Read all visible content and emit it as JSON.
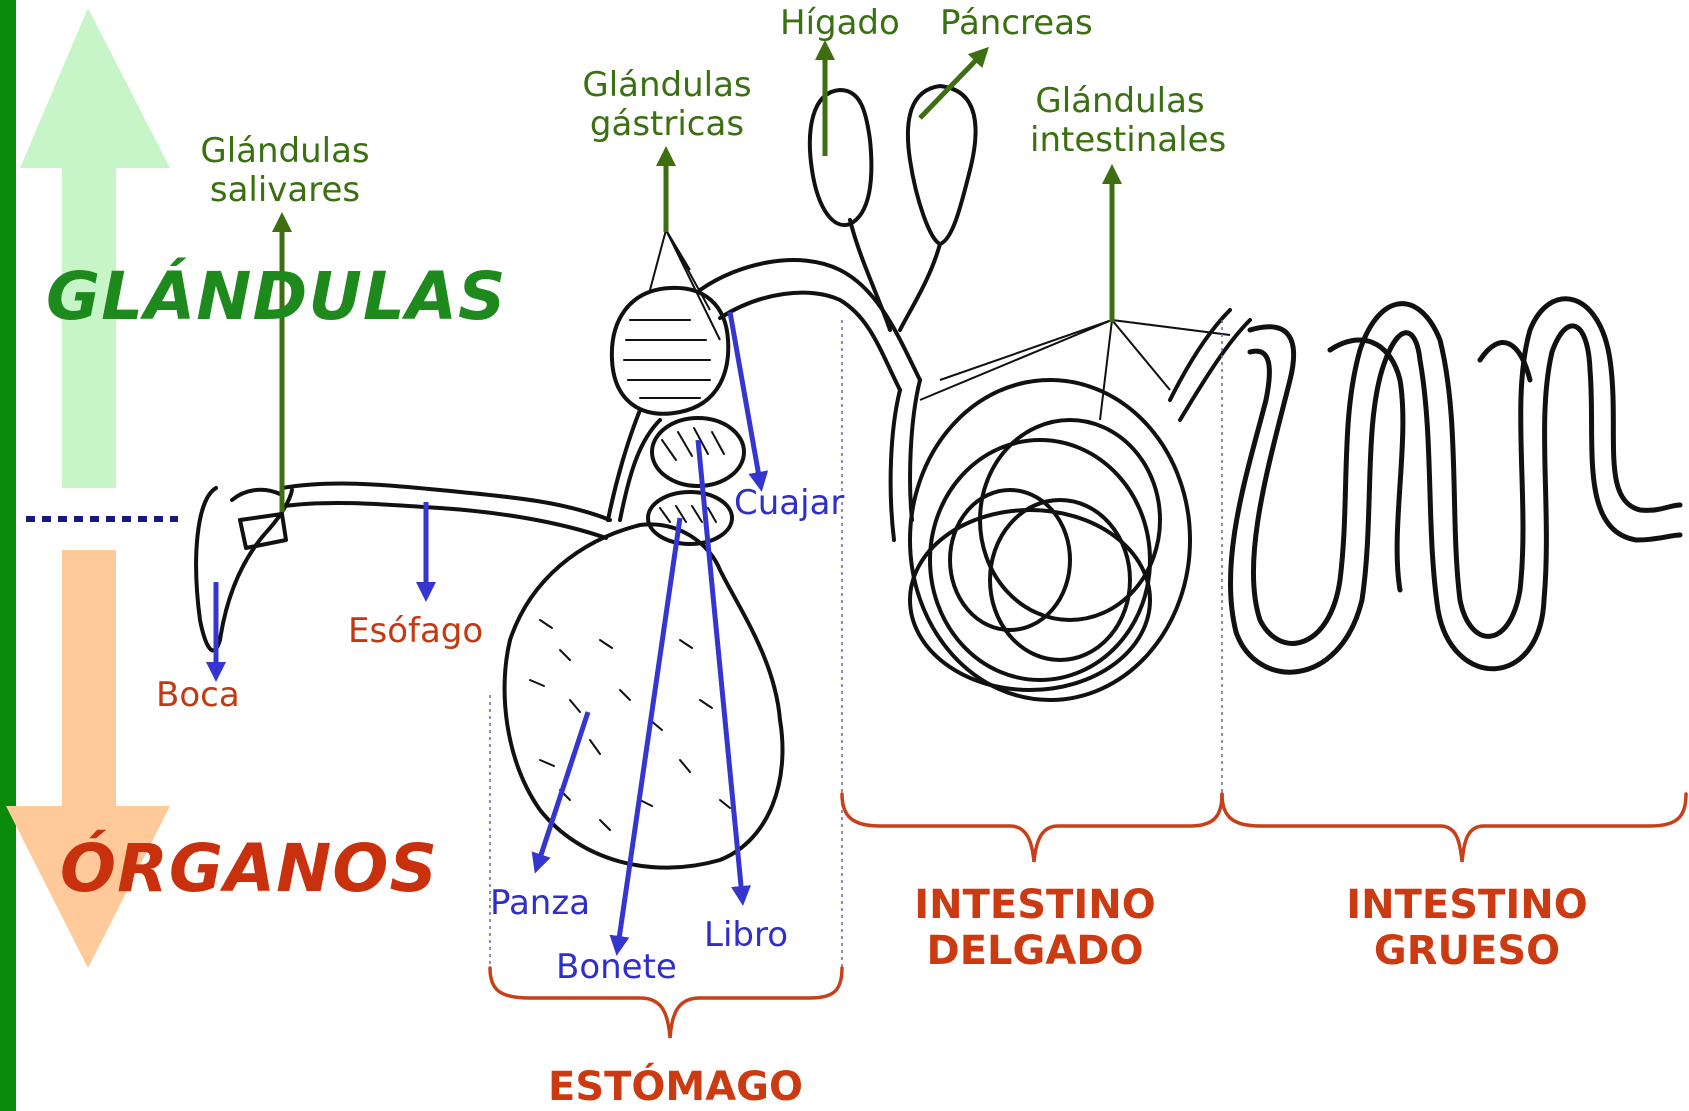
{
  "axis": {
    "top_label": "GLÁNDULAS",
    "bottom_label": "ÓRGANOS",
    "top_color": "#c8f5c8",
    "bottom_color": "#ffc999",
    "top_text_color": "#1e8a1e",
    "bottom_text_color": "#c8300e"
  },
  "glands": {
    "salivary_line1": "Glándulas",
    "salivary_line2": "salivares",
    "gastric_line1": "Glándulas",
    "gastric_line2": "gástricas",
    "liver": "Hígado",
    "pancreas": "Páncreas",
    "intestinal_line1": "Glándulas",
    "intestinal_line2": "intestinales",
    "color": "#3d6e0f"
  },
  "organs": {
    "mouth": "Boca",
    "esophagus": "Esófago",
    "color": "#c23a12"
  },
  "stomach_parts": {
    "abomasum": "Cuajar",
    "rumen": "Panza",
    "reticulum": "Bonete",
    "omasum": "Libro",
    "color": "#2f2fc8"
  },
  "sections": {
    "stomach": "ESTÓMAGO",
    "small_intestine_line1": "INTESTINO",
    "small_intestine_line2": "DELGADO",
    "large_intestine_line1": "INTESTINO",
    "large_intestine_line2": "GRUESO",
    "color": "#c8401a"
  }
}
